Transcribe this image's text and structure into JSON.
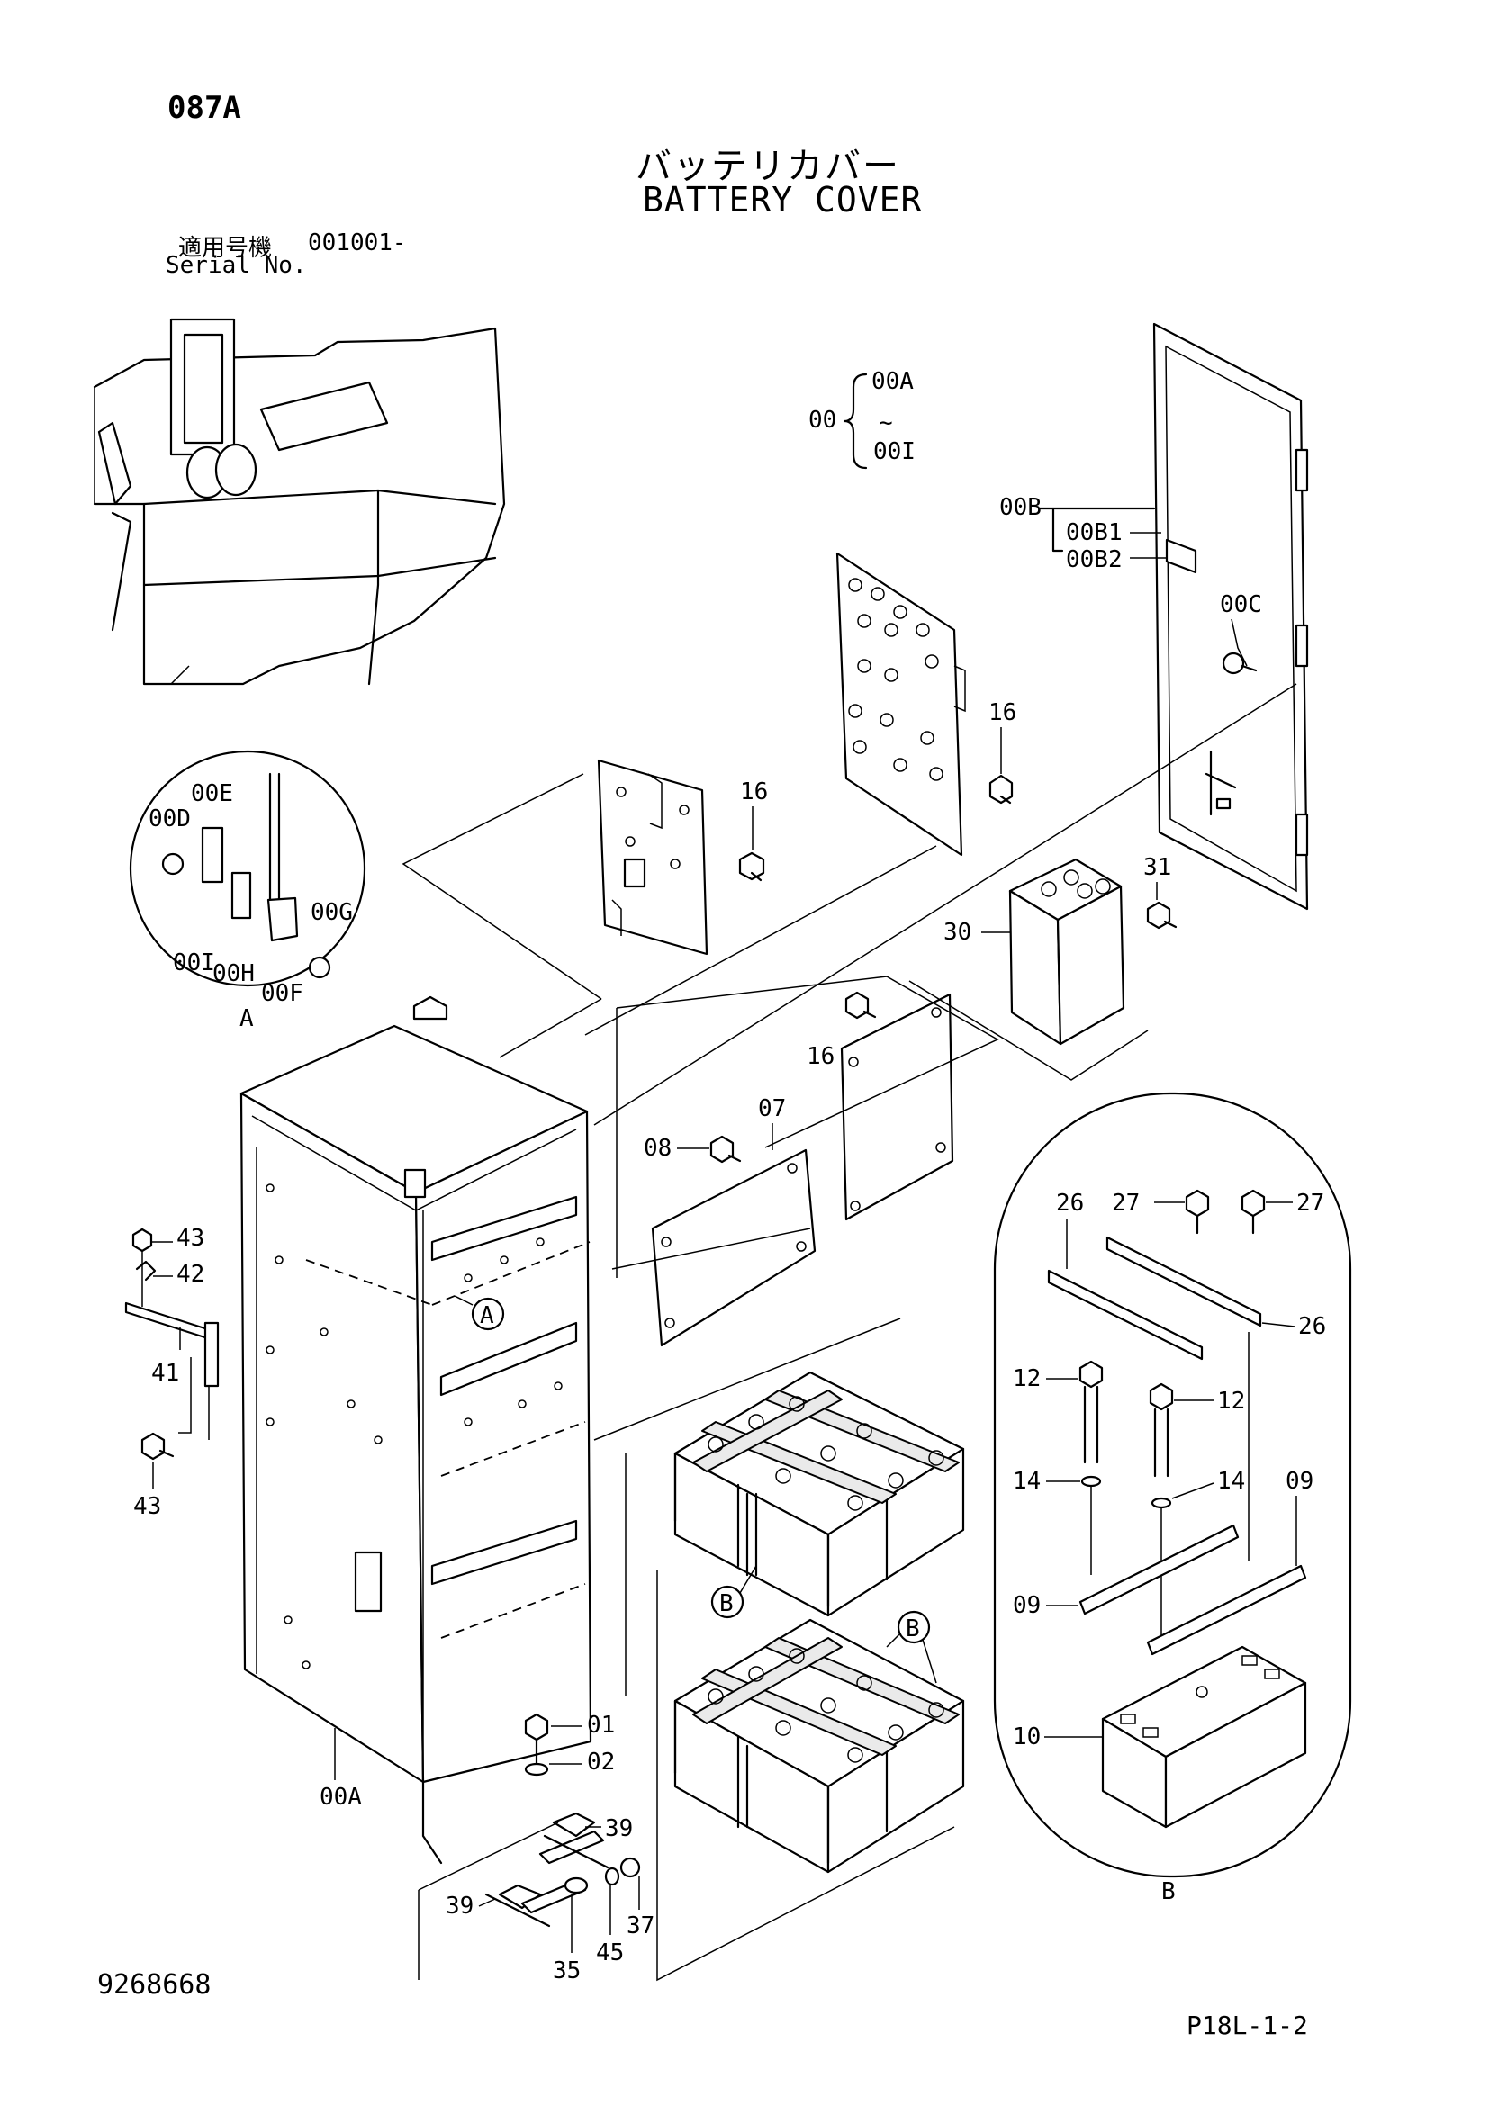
{
  "header": {
    "page_code": "087A",
    "title_jp": "バッテリカバー",
    "title_en": "BATTERY COVER",
    "serial_label_jp": "適用号機",
    "serial_value": "001001-",
    "serial_label_en": "Serial No."
  },
  "footer": {
    "doc_number": "9268668",
    "page_ref": "P18L-1-2"
  },
  "group": {
    "label": "00",
    "range_start": "00A",
    "range_tilde": "~",
    "range_end": "00I"
  },
  "subassemblies": {
    "door": "00B",
    "door_sub1": "00B1",
    "door_sub2": "00B2"
  },
  "details": {
    "detail_a": "A",
    "detail_b": "B"
  },
  "callouts": {
    "c_00c": "00C",
    "c_16a": "16",
    "c_16b": "16",
    "c_16c": "16",
    "c_31": "31",
    "c_30": "30",
    "c_07": "07",
    "c_08": "08",
    "c_43a": "43",
    "c_42": "42",
    "c_41": "41",
    "c_43b": "43",
    "c_00a": "00A",
    "c_01": "01",
    "c_02": "02",
    "c_39a": "39",
    "c_39b": "39",
    "c_35": "35",
    "c_45": "45",
    "c_37": "37",
    "a_00d": "00D",
    "a_00e": "00E",
    "a_00g": "00G",
    "a_00i": "00I",
    "a_00h": "00H",
    "a_00f": "00F",
    "b_26a": "26",
    "b_27a": "27",
    "b_27b": "27",
    "b_26b": "26",
    "b_12a": "12",
    "b_12b": "12",
    "b_14a": "14",
    "b_14b": "14",
    "b_09a": "09",
    "b_09b": "09",
    "b_10": "10"
  }
}
